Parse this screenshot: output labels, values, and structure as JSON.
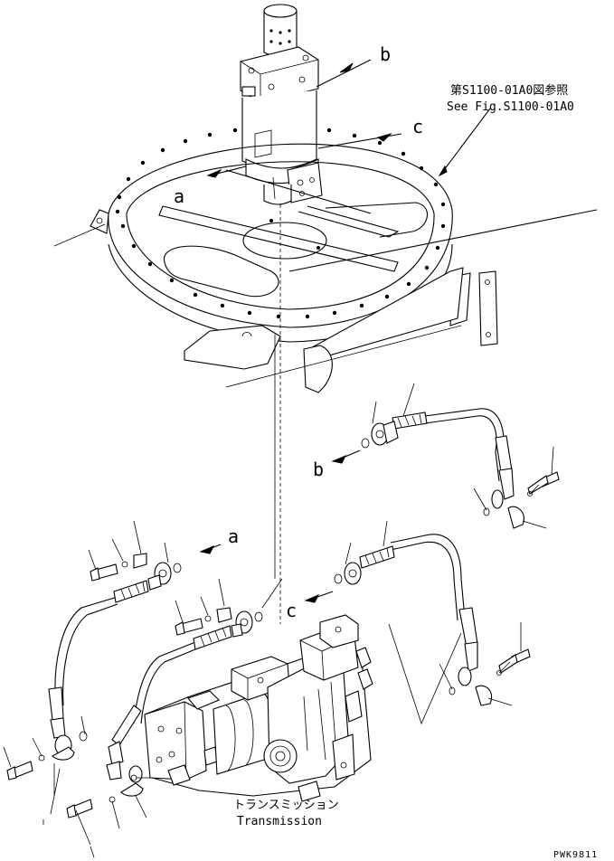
{
  "diagram": {
    "reference_jp": "第S1100-01A0図参照",
    "reference_en": "See Fig.S1100-01A0",
    "transmission_jp": "トランスミッション",
    "transmission_en": "Transmission",
    "page_code": "PWK9811"
  },
  "callouts": {
    "a": "a",
    "b": "b",
    "c": "c"
  }
}
